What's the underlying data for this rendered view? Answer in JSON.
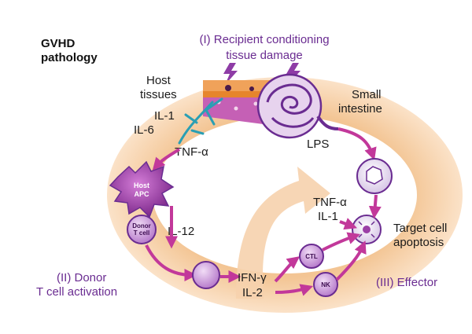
{
  "title": {
    "line1": "GVHD",
    "line2": "pathology"
  },
  "phases": {
    "one_line1": "(I) Recipient conditioning",
    "one_line2": "tissue damage",
    "two_line1": "(II) Donor",
    "two_line2": "T cell activation",
    "three": "(III) Effector"
  },
  "labels": {
    "host_tissues_1": "Host",
    "host_tissues_2": "tissues",
    "small_intestine_1": "Small",
    "small_intestine_2": "intestine",
    "il1": "IL-1",
    "il6": "IL-6",
    "tnf_a": "TNF-α",
    "lps": "LPS",
    "il12": "IL-12",
    "ifn_g": "IFN-γ",
    "il2": "IL-2",
    "tnf_a_effector": "TNF-α",
    "il1_effector": "IL-1",
    "target_1": "Target cell",
    "target_2": "apoptosis"
  },
  "cells": {
    "host_apc_1": "Host",
    "host_apc_2": "APC",
    "donor_t_1": "Donor",
    "donor_t_2": "T cell",
    "ctl": "CTL",
    "nk": "NK"
  },
  "colors": {
    "ring": "#f8d6b4",
    "ring_dark": "#f2c08e",
    "arrow": "#c2389a",
    "phase_text": "#6a2c91",
    "cell_fill": "#c99ad8",
    "cell_stroke": "#6a2c91",
    "apc": "#9b3fa6",
    "lightning": "#8e3ca6"
  }
}
